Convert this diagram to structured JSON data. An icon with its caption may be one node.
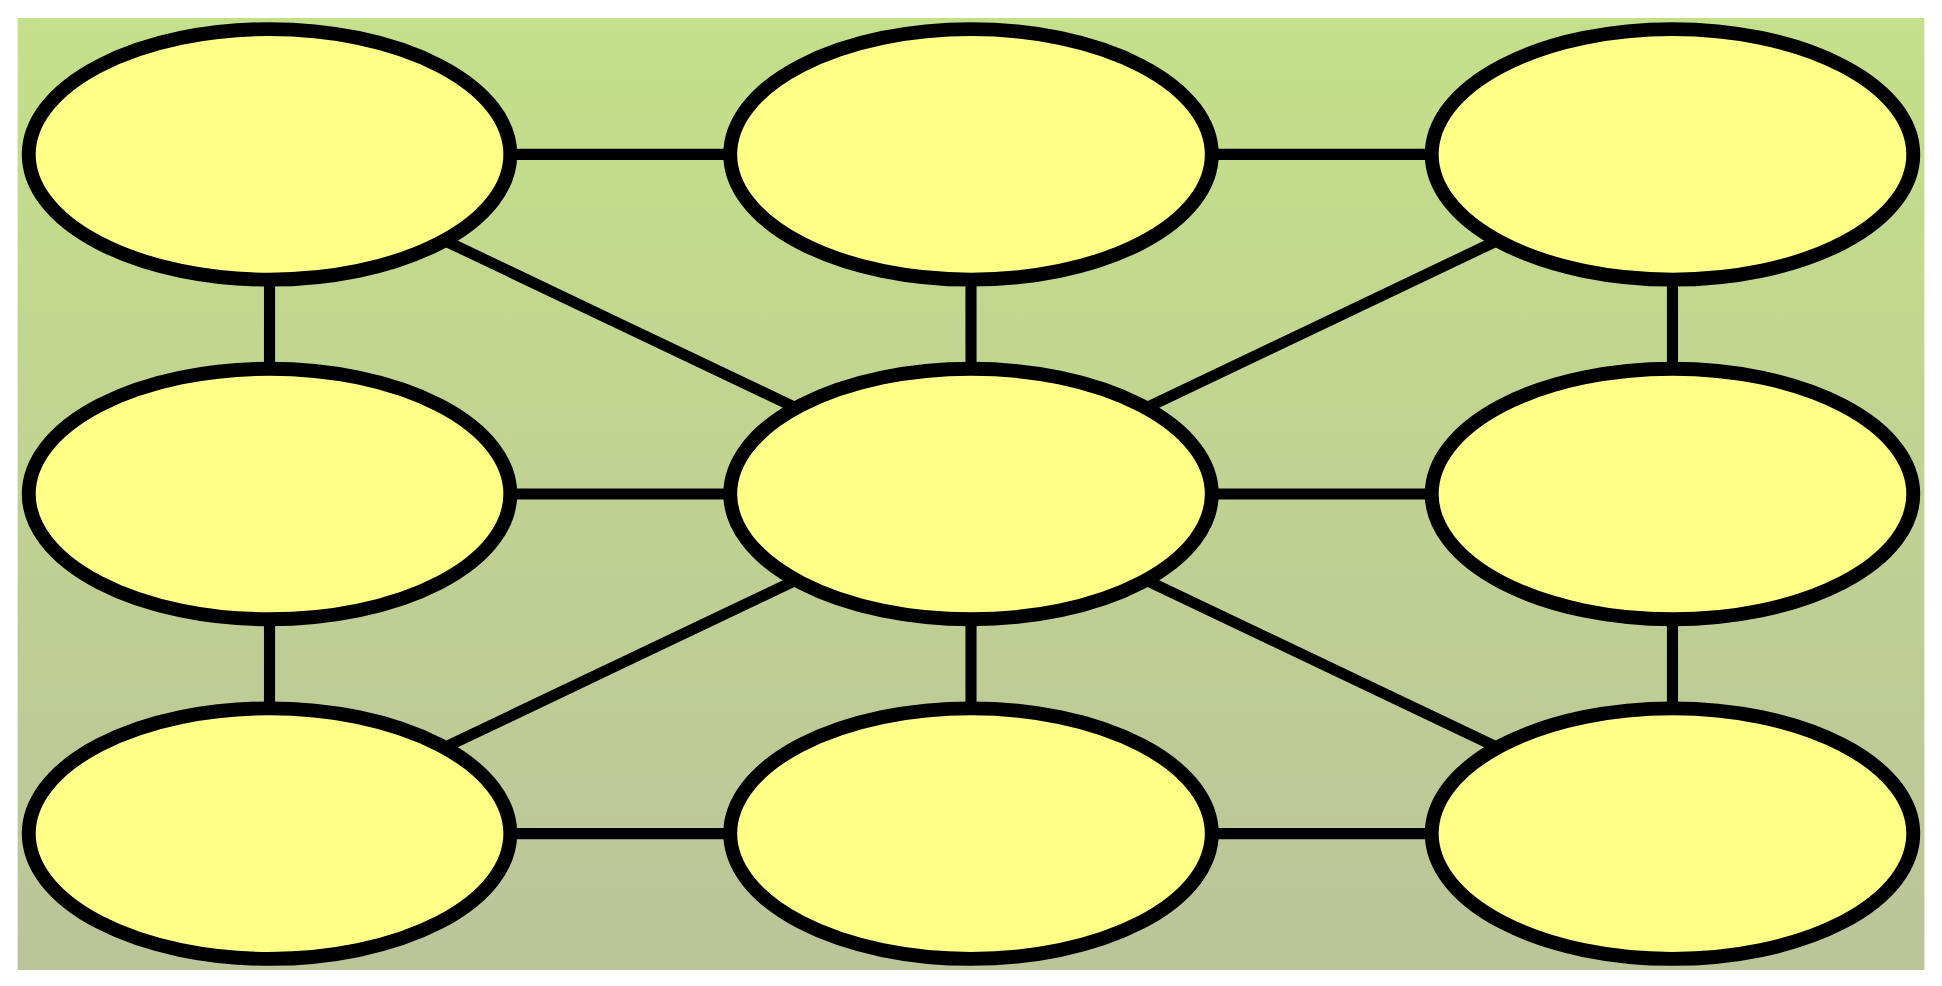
{
  "diagram": {
    "nodes": [
      {
        "text": [],
        "shape": "ellipse"
      },
      {
        "text": [],
        "shape": "ellipse"
      },
      {
        "text": [],
        "shape": "ellipse"
      },
      {
        "text": [],
        "shape": "ellipse"
      },
      {
        "text": [],
        "shape": "ellipse"
      },
      {
        "text": [],
        "shape": "ellipse"
      },
      {
        "text": [],
        "shape": "ellipse"
      },
      {
        "text": [],
        "shape": "ellipse"
      },
      {
        "text": [],
        "shape": "ellipse"
      }
    ],
    "edges": [
      {
        "from": 0,
        "to": 1,
        "arrow": "none"
      },
      {
        "from": 1,
        "to": 2,
        "arrow": "none"
      },
      {
        "from": 0,
        "to": 3,
        "arrow": "none"
      },
      {
        "from": 1,
        "to": 4,
        "arrow": "none"
      },
      {
        "from": 2,
        "to": 5,
        "arrow": "none"
      },
      {
        "from": 0,
        "to": 4,
        "arrow": "none"
      },
      {
        "from": 2,
        "to": 4,
        "arrow": "none"
      },
      {
        "from": 3,
        "to": 4,
        "arrow": "none"
      },
      {
        "from": 4,
        "to": 5,
        "arrow": "none"
      },
      {
        "from": 3,
        "to": 6,
        "arrow": "none"
      },
      {
        "from": 4,
        "to": 7,
        "arrow": "none"
      },
      {
        "from": 5,
        "to": 8,
        "arrow": "none"
      },
      {
        "from": 4,
        "to": 6,
        "arrow": "none"
      },
      {
        "from": 4,
        "to": 8,
        "arrow": "none"
      },
      {
        "from": 6,
        "to": 7,
        "arrow": "none"
      },
      {
        "from": 7,
        "to": 8,
        "arrow": "none"
      }
    ]
  }
}
